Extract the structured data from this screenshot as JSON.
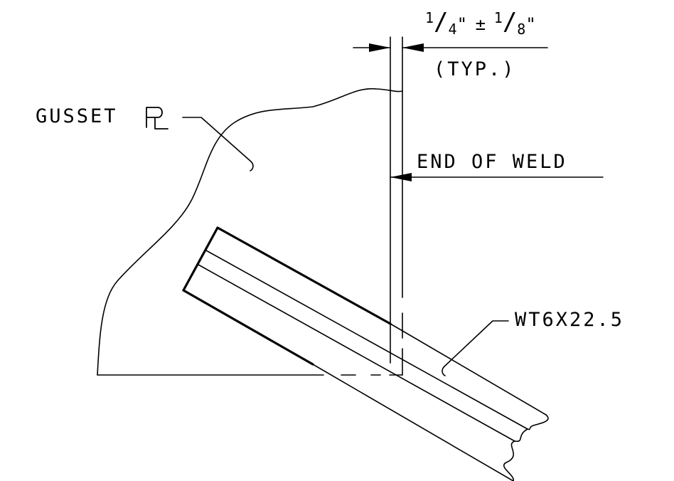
{
  "labels": {
    "gusset": "GUSSET",
    "plate_symbol": "PL",
    "end_of_weld": "END OF WELD",
    "member": "WT6X22.5",
    "typ": "(TYP.)"
  },
  "dimension": {
    "a_num": "1",
    "a_den": "4",
    "inch": "\"",
    "plus_minus": "±",
    "b_num": "1",
    "b_den": "8"
  }
}
